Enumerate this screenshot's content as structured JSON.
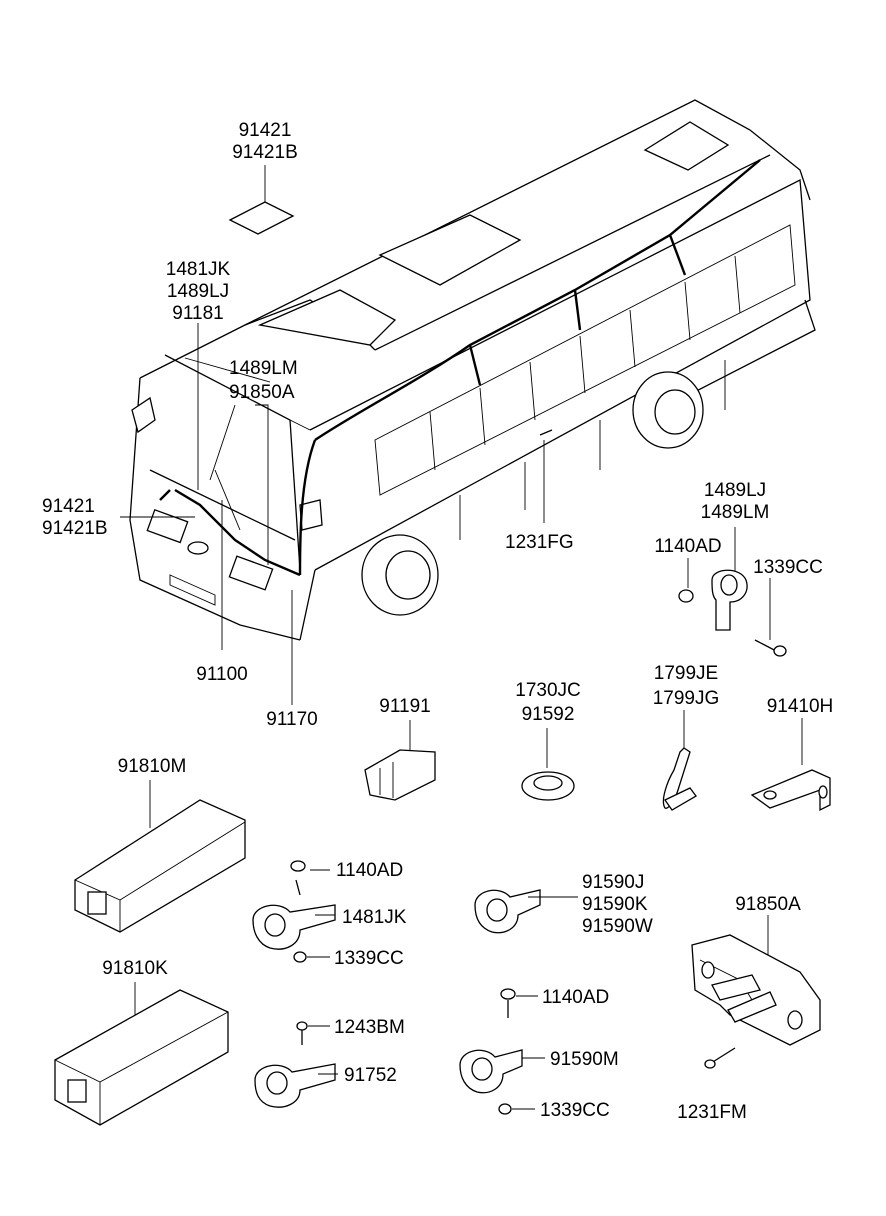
{
  "callouts": {
    "roof_hatch": [
      "91421",
      "91421B"
    ],
    "front_harness": [
      "1481JK",
      "1489LJ",
      "91181"
    ],
    "dash_harness": [
      "1489LM",
      "91850A"
    ],
    "front_panel": [
      "91421",
      "91421B"
    ],
    "body_clip": [
      "1231FG"
    ],
    "main_harness": [
      "91100"
    ],
    "front_lamp": [
      "91170"
    ],
    "clamp_set_top": [
      "1489LJ",
      "1489LM"
    ],
    "clamp_nut_top": [
      "1140AD"
    ],
    "clamp_bolt_top": [
      "1339CC"
    ],
    "tie_strap": [
      "1799JE",
      "1799JG"
    ],
    "bracket": [
      "91410H"
    ],
    "grommet_clip": [
      "91191"
    ],
    "grommet": [
      "1730JC",
      "91592"
    ],
    "relay_box_upper": [
      "91810M"
    ],
    "relay_box_lower": [
      "91810K"
    ],
    "bolt_a": [
      "1140AD"
    ],
    "clamp_a": [
      "1481JK"
    ],
    "nut_a": [
      "1339CC"
    ],
    "screw_b": [
      "1243BM"
    ],
    "clamp_b": [
      "91752"
    ],
    "clamp_c": [
      "91590J",
      "91590K",
      "91590W"
    ],
    "bolt_d": [
      "1140AD"
    ],
    "clamp_d": [
      "91590M"
    ],
    "nut_d": [
      "1339CC"
    ],
    "connector_block": [
      "91850A"
    ],
    "connector_screw": [
      "1231FM"
    ]
  }
}
